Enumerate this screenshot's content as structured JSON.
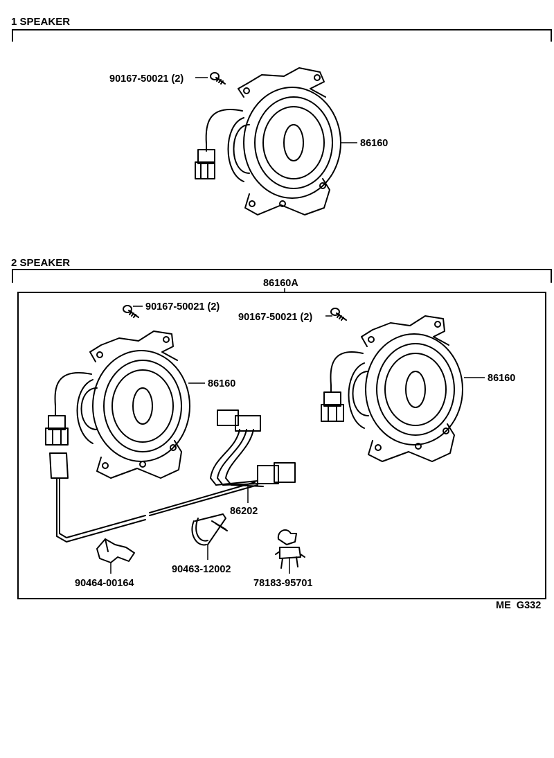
{
  "sections": [
    {
      "title": "1 SPEAKER"
    },
    {
      "title": "2 SPEAKER",
      "assembly": "86160A"
    }
  ],
  "section1": {
    "screw": "90167-50021 (2)",
    "speaker": "86160"
  },
  "section2": {
    "screw_left": "90167-50021 (2)",
    "screw_right": "90167-50021 (2)",
    "speaker_left": "86160",
    "speaker_right": "86160",
    "wire": "86202",
    "clamp": "90464-00164",
    "band": "90463-12002",
    "clip": "78183-95701"
  },
  "footer": {
    "code": "ME  G332"
  }
}
